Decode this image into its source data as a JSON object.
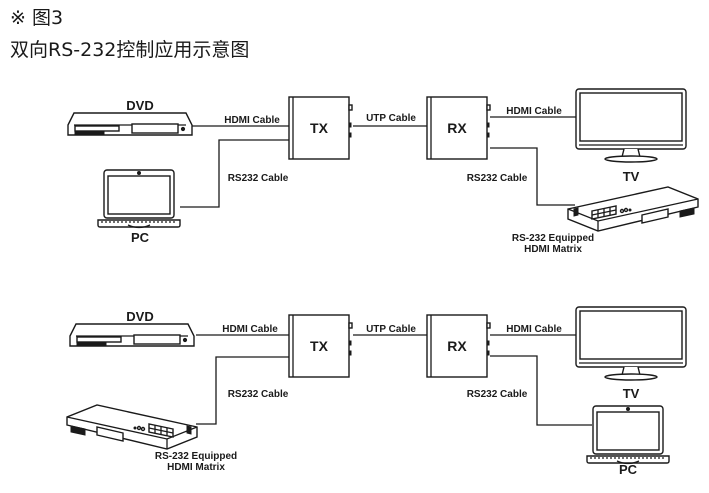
{
  "header": {
    "figure_label": "※ 图3",
    "title": "双向RS-232控制应用示意图"
  },
  "diagrams": [
    {
      "devices": {
        "source": "DVD",
        "transmitter": "TX",
        "receiver": "RX",
        "display": "TV",
        "tx_side_controller": "PC",
        "rx_side_controller_line1": "RS-232 Equipped",
        "rx_side_controller_line2": "HDMI Matrix"
      },
      "cables": {
        "source_to_tx": "HDMI Cable",
        "tx_to_rx": "UTP Cable",
        "rx_to_display": "HDMI Cable",
        "tx_rs232": "RS232 Cable",
        "rx_rs232": "RS232 Cable"
      }
    },
    {
      "devices": {
        "source": "DVD",
        "transmitter": "TX",
        "receiver": "RX",
        "display": "TV",
        "tx_side_controller_line1": "RS-232 Equipped",
        "tx_side_controller_line2": "HDMI Matrix",
        "rx_side_controller": "PC"
      },
      "cables": {
        "source_to_tx": "HDMI Cable",
        "tx_to_rx": "UTP Cable",
        "rx_to_display": "HDMI Cable",
        "tx_rs232": "RS232 Cable",
        "rx_rs232": "RS232 Cable"
      }
    }
  ]
}
